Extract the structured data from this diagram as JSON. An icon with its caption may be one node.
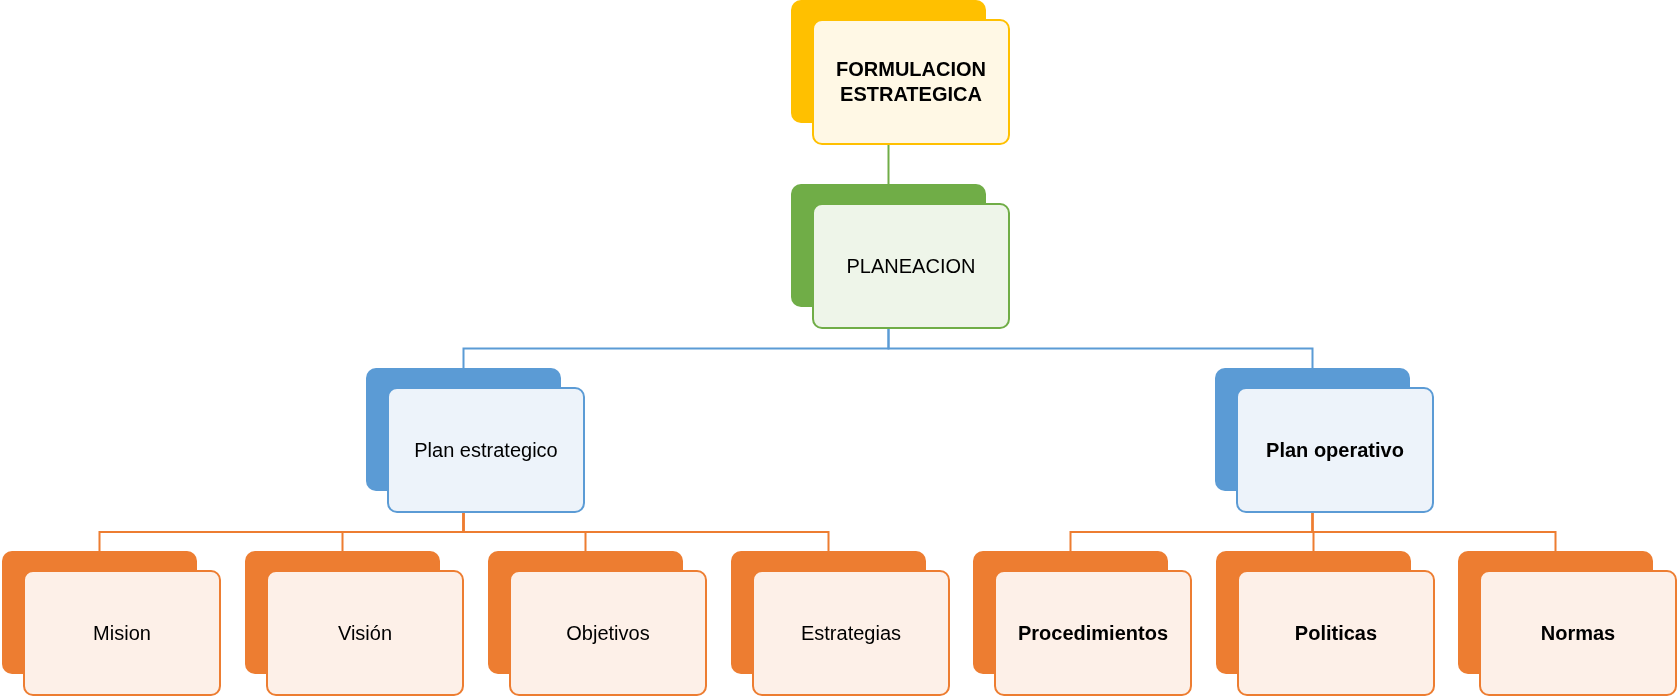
{
  "diagram": {
    "nodes": [
      {
        "text": [
          "FORMULACION ESTRATEGICA"
        ]
      },
      {
        "text": [
          "PLANEACION"
        ]
      },
      {
        "text": [
          "Plan estrategico"
        ]
      },
      {
        "text": [
          "Plan operativo"
        ]
      },
      {
        "text": [
          "Mision"
        ]
      },
      {
        "text": [
          "Visión"
        ]
      },
      {
        "text": [
          "Objetivos"
        ]
      },
      {
        "text": [
          "Estrategias"
        ]
      },
      {
        "text": [
          "Procedimientos"
        ]
      },
      {
        "text": [
          "Politicas"
        ]
      },
      {
        "text": [
          "Normas"
        ]
      }
    ],
    "edges": [
      {
        "from": 0,
        "to": 1,
        "arrow": "none",
        "color": "#70ad47"
      },
      {
        "from": 1,
        "to": 2,
        "arrow": "none",
        "color": "#5b9bd5"
      },
      {
        "from": 1,
        "to": 3,
        "arrow": "none",
        "color": "#5b9bd5"
      },
      {
        "from": 2,
        "to": 4,
        "arrow": "none"
      },
      {
        "from": 2,
        "to": 5,
        "arrow": "none"
      },
      {
        "from": 2,
        "to": 6,
        "arrow": "none"
      },
      {
        "from": 2,
        "to": 7,
        "arrow": "none"
      },
      {
        "from": 3,
        "to": 8,
        "arrow": "none"
      },
      {
        "from": 3,
        "to": 9,
        "arrow": "none"
      },
      {
        "from": 3,
        "to": 10,
        "arrow": "none"
      }
    ]
  }
}
